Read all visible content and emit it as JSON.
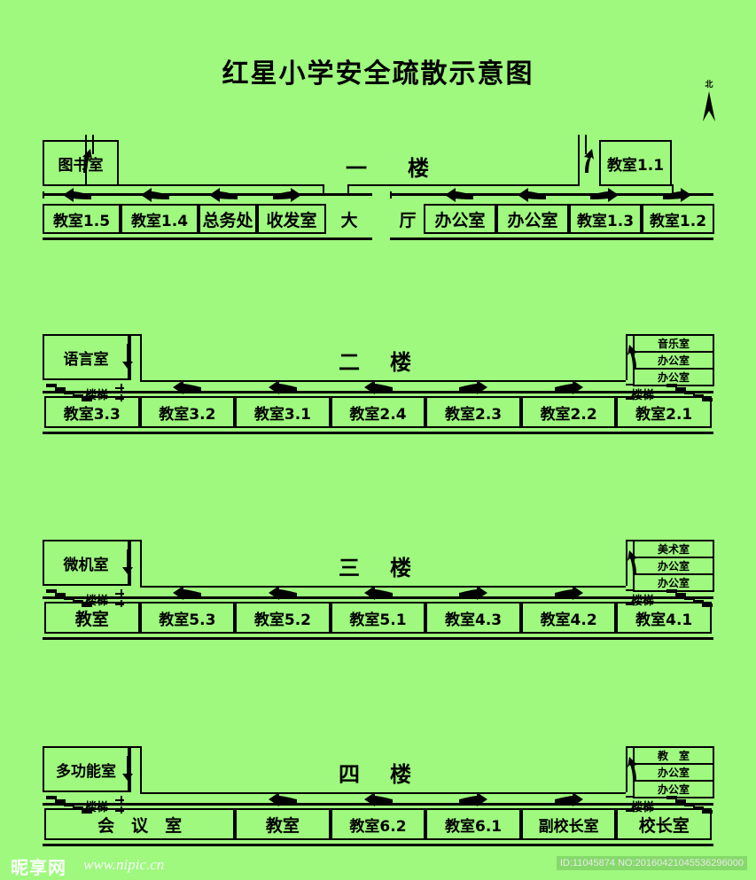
{
  "title": "红星小学安全疏散示意图",
  "compass": {
    "label": "北",
    "icon": "north-arrow-icon"
  },
  "labels": {
    "stairs": "楼梯",
    "floor1": "一　　楼",
    "floor2": "二　　楼",
    "floor3": "三　　楼",
    "floor4": "四　　楼"
  },
  "floors": [
    {
      "id": "floor-1",
      "name": "一　　楼",
      "left_corner_room": "图书室",
      "right_corner_room": "教室1.1",
      "hall": {
        "left": "大",
        "right": "厅"
      },
      "left_cells": [
        {
          "label": "教室1.5",
          "arrow": "left"
        },
        {
          "label": "教室1.4",
          "arrow": "left"
        },
        {
          "label": "总务处",
          "arrow": "left"
        },
        {
          "label": "收发室",
          "arrow": "right"
        }
      ],
      "right_cells": [
        {
          "label": "办公室",
          "arrow": "left"
        },
        {
          "label": "办公室",
          "arrow": "left"
        },
        {
          "label": "教室1.3",
          "arrow": "right"
        },
        {
          "label": "教室1.2",
          "arrow": "right"
        }
      ]
    },
    {
      "id": "floor-2",
      "name": "二　　楼",
      "left_corner_room": "语言室",
      "right_stack": [
        "音乐室",
        "办公室",
        "办公室"
      ],
      "cells": [
        {
          "label": "教室3.3",
          "arrow": "none"
        },
        {
          "label": "教室3.2",
          "arrow": "left"
        },
        {
          "label": "教室3.1",
          "arrow": "left"
        },
        {
          "label": "教室2.4",
          "arrow": "left"
        },
        {
          "label": "教室2.3",
          "arrow": "right"
        },
        {
          "label": "教室2.2",
          "arrow": "right"
        },
        {
          "label": "教室2.1",
          "arrow": "none"
        }
      ]
    },
    {
      "id": "floor-3",
      "name": "三　　楼",
      "left_corner_room": "微机室",
      "right_stack": [
        "美术室",
        "办公室",
        "办公室"
      ],
      "cells": [
        {
          "label": "教室",
          "arrow": "none"
        },
        {
          "label": "教室5.3",
          "arrow": "left"
        },
        {
          "label": "教室5.2",
          "arrow": "left"
        },
        {
          "label": "教室5.1",
          "arrow": "left"
        },
        {
          "label": "教室4.3",
          "arrow": "right"
        },
        {
          "label": "教室4.2",
          "arrow": "right"
        },
        {
          "label": "教室4.1",
          "arrow": "none"
        }
      ]
    },
    {
      "id": "floor-4",
      "name": "四　　楼",
      "left_corner_room": "多功能室",
      "right_stack": [
        "教　室",
        "办公室",
        "办公室"
      ],
      "cells": [
        {
          "label": "会　议　室",
          "arrow": "none",
          "span": 2
        },
        {
          "label": "教室",
          "arrow": "left",
          "span": 1
        },
        {
          "label": "教室6.2",
          "arrow": "left",
          "span": 1
        },
        {
          "label": "教室6.1",
          "arrow": "right",
          "span": 1
        },
        {
          "label": "副校长室",
          "arrow": "right",
          "span": 1
        },
        {
          "label": "校长室",
          "arrow": "none",
          "span": 1
        }
      ]
    }
  ],
  "watermark": {
    "logo": "昵享网",
    "url": "www.nipic.cn",
    "id": "ID:11045874 NO:20160421045536296000"
  },
  "colors": {
    "background": "#9ef97e",
    "line": "#000000",
    "watermark_text": "#ffffff"
  }
}
